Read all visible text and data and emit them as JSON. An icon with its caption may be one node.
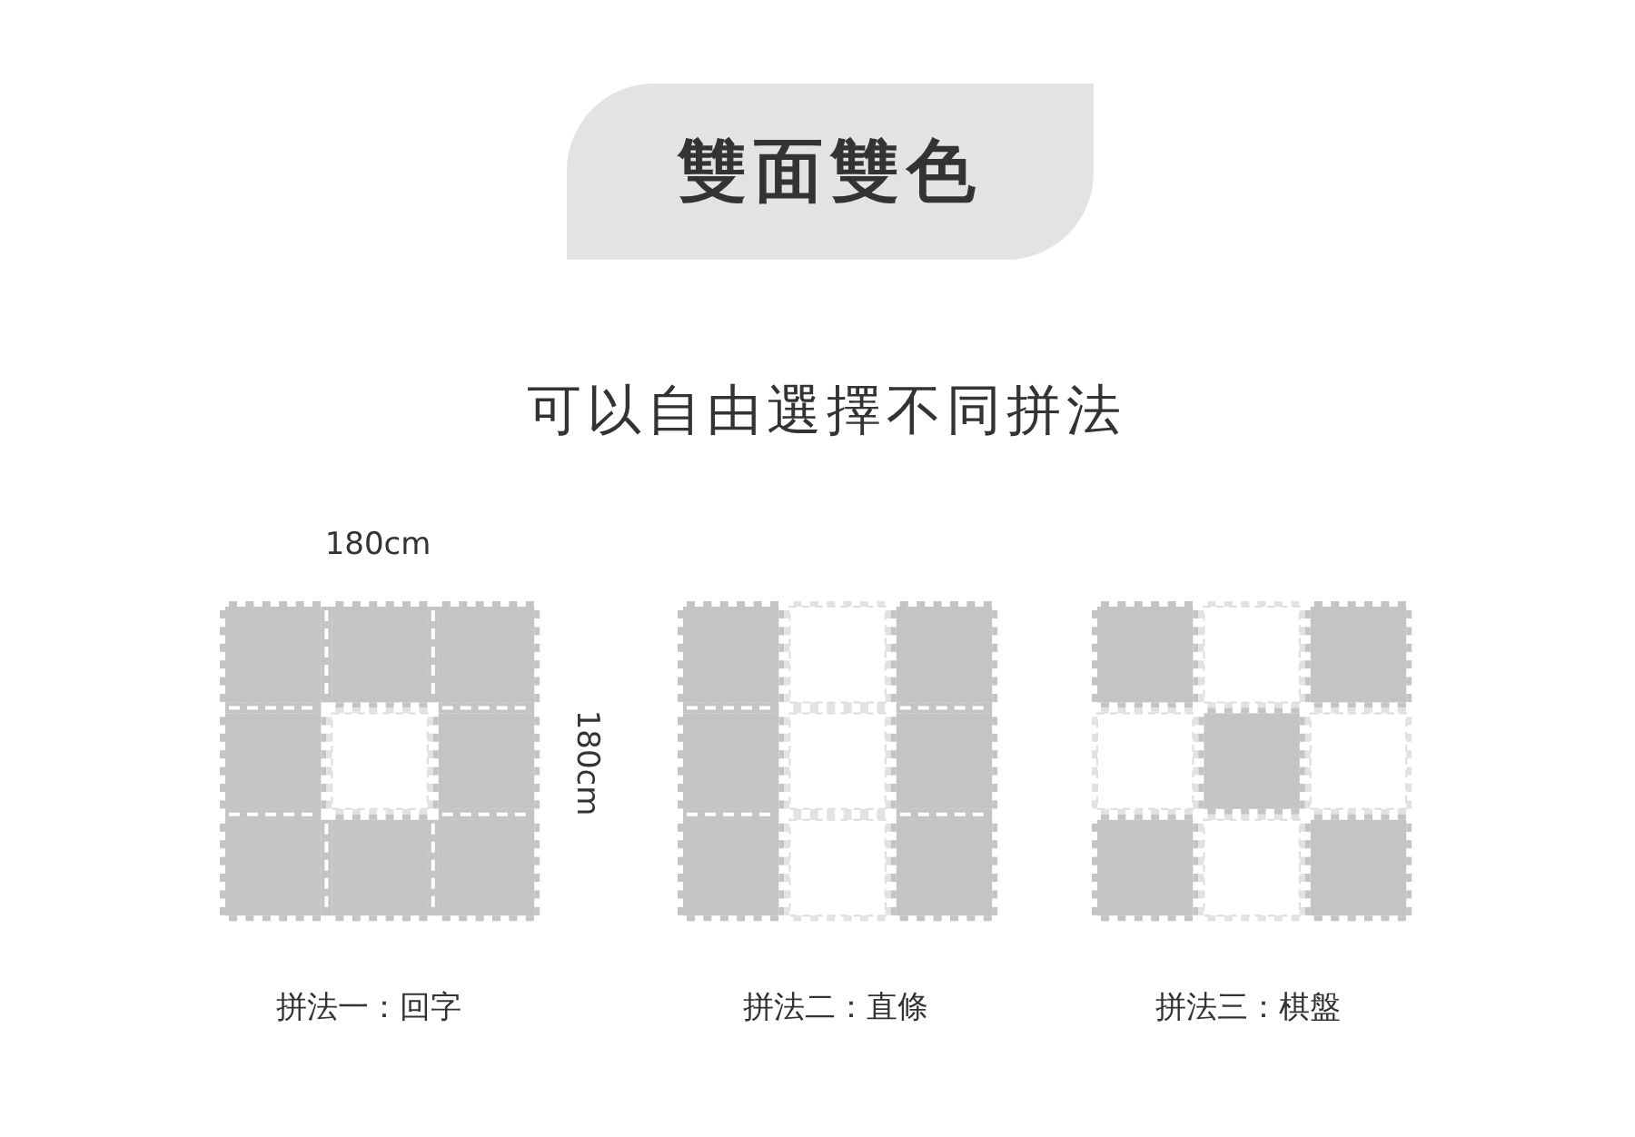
{
  "diagram": {
    "nodes": [
      {
        "text": [
          "雙面雙色"
        ]
      }
    ],
    "labels": [
      "可以自由選擇不同拼法",
      "180cm",
      "180cm",
      "拼法一：回字",
      "拼法二：直條",
      "拼法三：棋盤"
    ]
  }
}
